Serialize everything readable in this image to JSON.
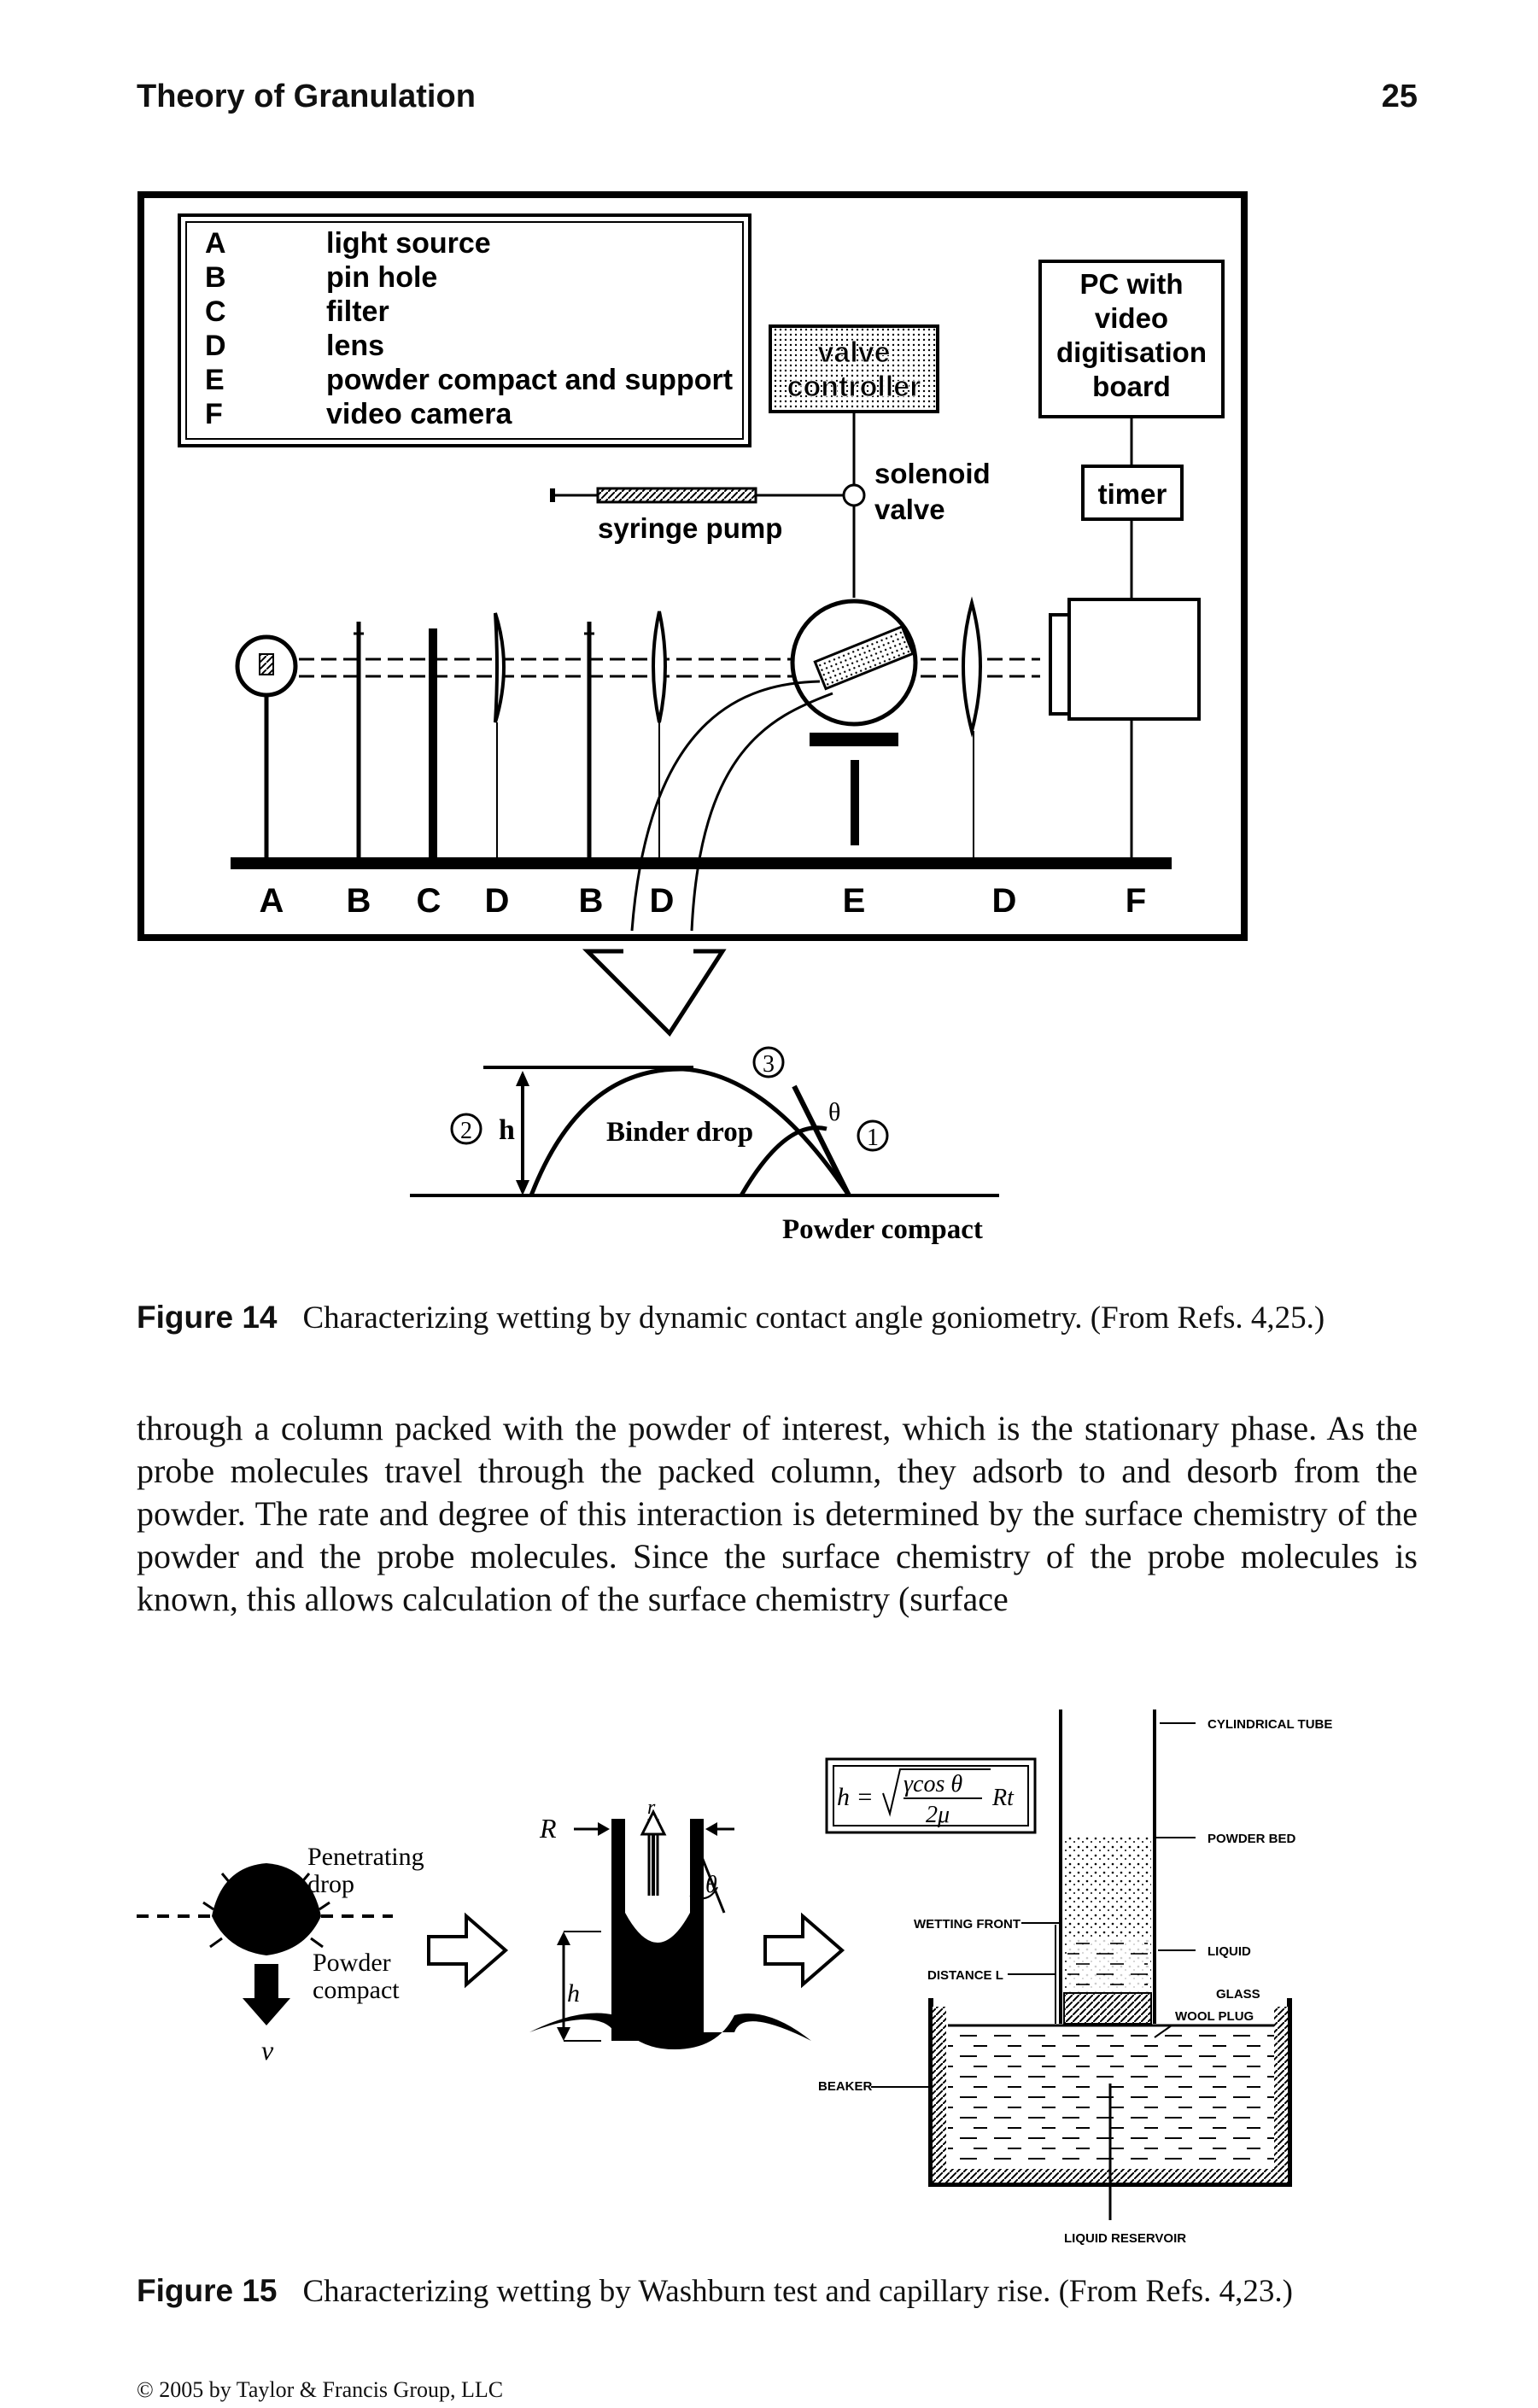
{
  "header": {
    "title": "Theory of Granulation",
    "page_number": "25"
  },
  "figure14": {
    "legend": [
      {
        "key": "A",
        "label": "light source"
      },
      {
        "key": "B",
        "label": "pin hole"
      },
      {
        "key": "C",
        "label": "filter"
      },
      {
        "key": "D",
        "label": "lens"
      },
      {
        "key": "E",
        "label": "powder compact and support"
      },
      {
        "key": "F",
        "label": "video camera"
      }
    ],
    "valve_controller": [
      "valve",
      "controller"
    ],
    "pc_box": [
      "PC with",
      "video",
      "digitisation",
      "board"
    ],
    "timer": "timer",
    "solenoid_valve": [
      "solenoid",
      "valve"
    ],
    "syringe_pump": "syringe pump",
    "rail_labels": [
      "A",
      "B",
      "C",
      "D",
      "B",
      "D",
      "E",
      "D",
      "F"
    ],
    "drop_labels": {
      "n1": "1",
      "n2": "2",
      "n3": "3",
      "h": "h",
      "theta": "θ",
      "binder": "Binder drop",
      "compact": "Powder compact"
    },
    "caption_label": "Figure 14",
    "caption_text": "Characterizing wetting by dynamic contact angle goniometry. (From Refs. 4,25.)"
  },
  "body_text": "through a column packed with the powder of interest, which is the stationary phase. As the probe molecules travel through the packed column, they adsorb to and desorb from the powder. The rate and degree of this interaction is determined by the surface chemistry of the powder and the probe molecules. Since the surface chemistry of the probe molecules is known, this allows calculation of the surface chemistry (surface",
  "figure15": {
    "penetrating_drop": [
      "Penetrating",
      "drop"
    ],
    "powder_compact": [
      "Powder",
      "compact"
    ],
    "v": "v",
    "R": "R",
    "r": "r",
    "h": "h",
    "theta": "θ",
    "formula": {
      "lhs": "h =",
      "num": "γcos θ",
      "den": "2μ",
      "rt": "Rt"
    },
    "labels": {
      "tube": "CYLINDRICAL TUBE",
      "bed": "POWDER BED",
      "front": "WETTING FRONT",
      "distance": "DISTANCE L",
      "liquid": "LIQUID",
      "glass": "GLASS",
      "wool": "WOOL PLUG",
      "beaker": "BEAKER",
      "reservoir": "LIQUID RESERVOIR"
    },
    "caption_label": "Figure 15",
    "caption_text": "Characterizing wetting by Washburn test and capillary rise. (From Refs. 4,23.)"
  },
  "footer": {
    "copyright": "© 2005 by Taylor & Francis Group, LLC"
  }
}
